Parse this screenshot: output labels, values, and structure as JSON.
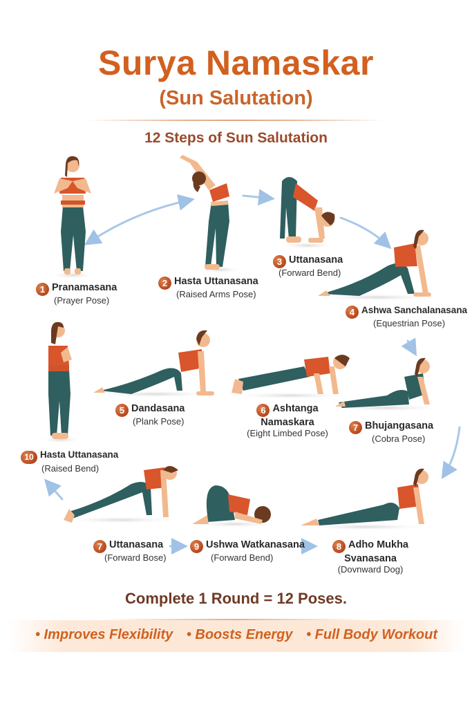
{
  "header": {
    "title": "Surya Namaskar",
    "subtitle": "(Sun Salutation)",
    "steps_heading": "12 Steps of Sun Salutation"
  },
  "poses": [
    {
      "number": "1",
      "name": "Pranamasana",
      "description": "(Prayer Pose)"
    },
    {
      "number": "2",
      "name": "Hasta Uttanasana",
      "description": "(Raised Arms Pose)"
    },
    {
      "number": "3",
      "name": "Uttanasana",
      "description": "(Forward Bend)"
    },
    {
      "number": "4",
      "name": "Ashwa Sanchalanasana",
      "description": "(Equestrian Pose)"
    },
    {
      "number": "5",
      "name": "Dandasana",
      "description": "(Plank Pose)"
    },
    {
      "number": "6",
      "name_line1": "Ashtanga",
      "name_line2": "Namaskara",
      "description": "(Eight Limbed Pose)"
    },
    {
      "number": "7",
      "name": "Bhujangasana",
      "description": "(Cobra Pose)"
    },
    {
      "number": "8",
      "name_line1": "Adho Mukha",
      "name_line2": "Svanasana",
      "description": "(Dovnward Dog)"
    },
    {
      "number": "9",
      "name": "Ushwa Watkanasana",
      "description": "(Forward Bend)"
    },
    {
      "number": "10",
      "name": "Hasta Uttanasana",
      "description": "(Raised Bend)"
    },
    {
      "number": "7",
      "name": "Uttanasana",
      "description": "(Forward Bose)"
    }
  ],
  "footer": {
    "round_text": "Complete 1 Round = 12 Poses.",
    "benefits": [
      "• Improves Flexibility",
      "• Boosts Energy",
      "• Full Body Workout"
    ]
  },
  "colors": {
    "title": "#d2601f",
    "accent_badge": "#b5471c",
    "leggings": "#2f5f5f",
    "top": "#d9552c",
    "skin": "#f2b98e",
    "arrow": "#a9c8e8",
    "benefit_text": "#d0611f"
  }
}
